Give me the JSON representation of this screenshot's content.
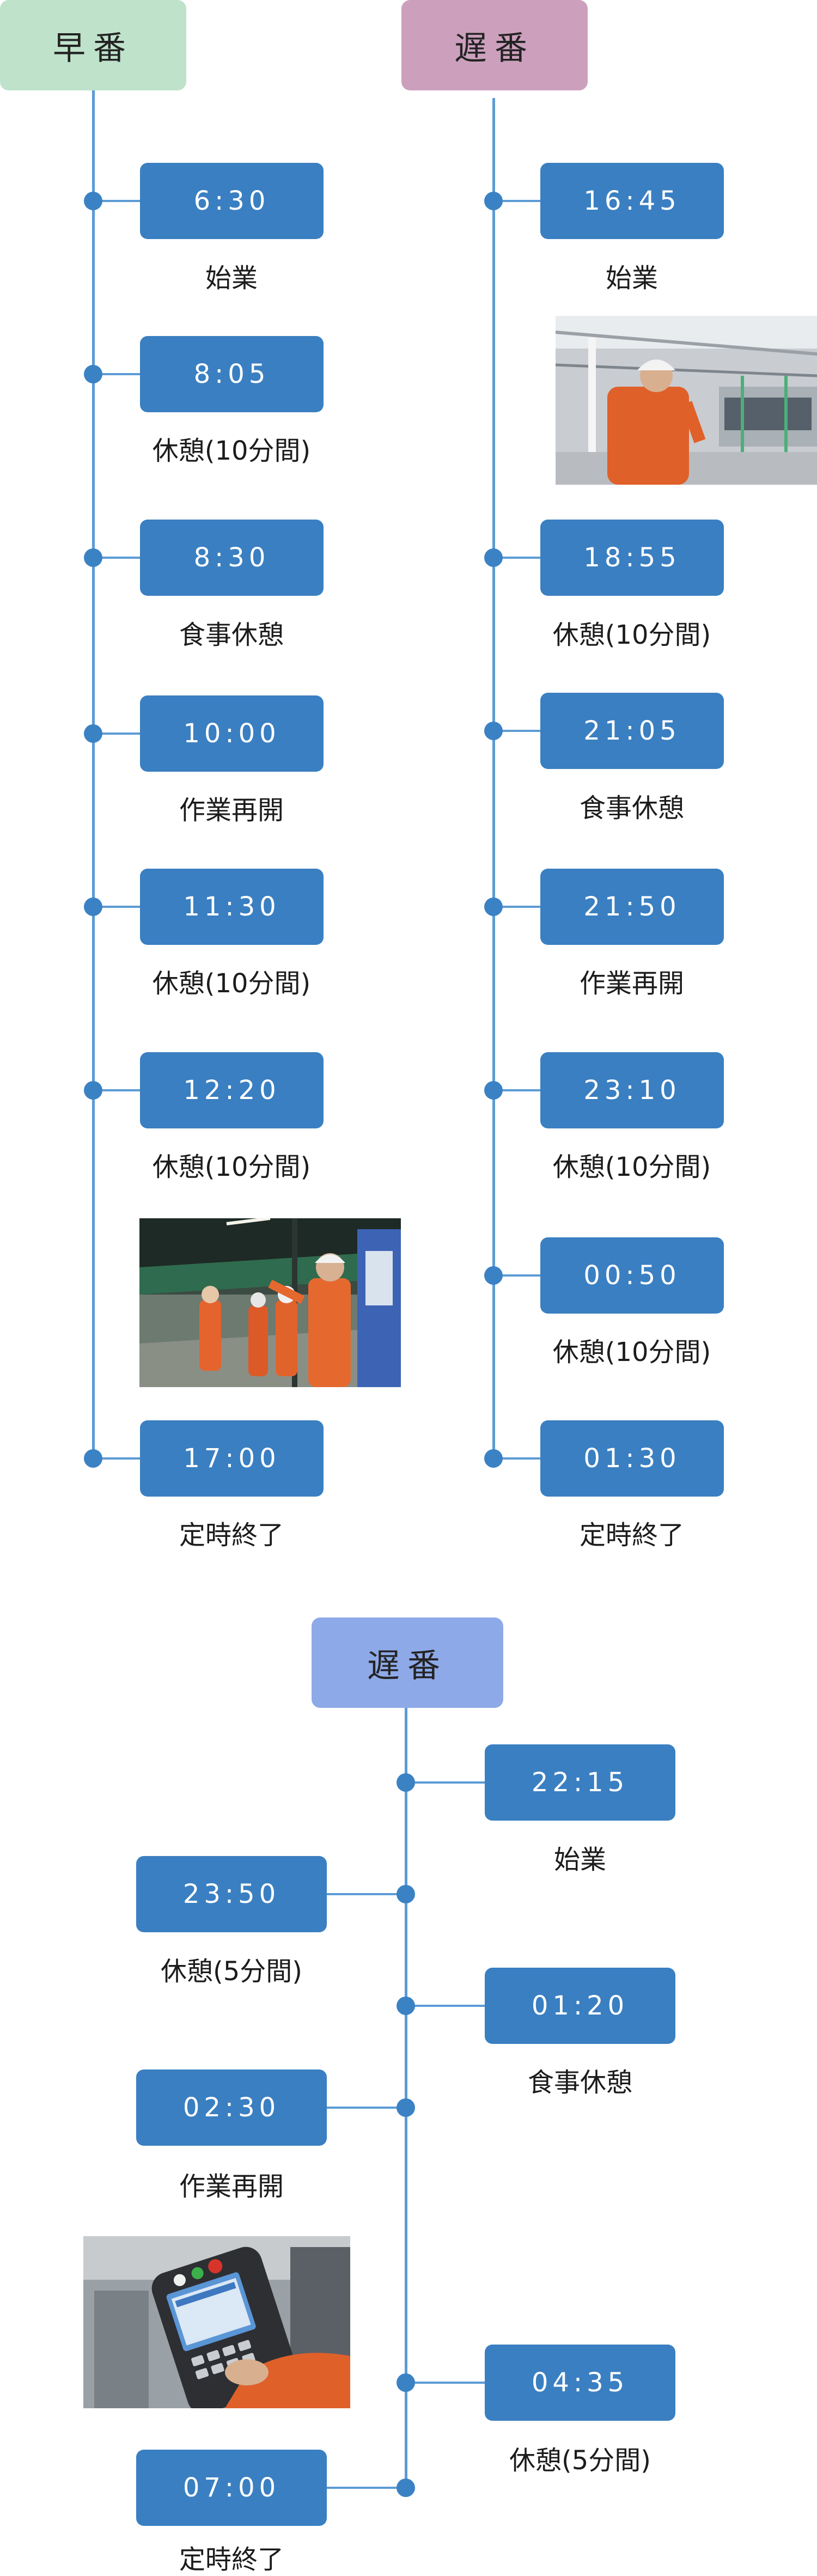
{
  "early": {
    "title": "早番",
    "entries": [
      {
        "time": "6:30",
        "label": "始業"
      },
      {
        "time": "8:05",
        "label": "休憩(10分間)"
      },
      {
        "time": "8:30",
        "label": "食事休憩"
      },
      {
        "time": "10:00",
        "label": "作業再開"
      },
      {
        "time": "11:30",
        "label": "休憩(10分間)"
      },
      {
        "time": "12:20",
        "label": "休憩(10分間)"
      },
      {
        "time": "17:00",
        "label": "定時終了"
      }
    ]
  },
  "late": {
    "title": "遅番",
    "entries": [
      {
        "time": "16:45",
        "label": "始業"
      },
      {
        "time": "18:55",
        "label": "休憩(10分間)"
      },
      {
        "time": "21:05",
        "label": "食事休憩"
      },
      {
        "time": "21:50",
        "label": "作業再開"
      },
      {
        "time": "23:10",
        "label": "休憩(10分間)"
      },
      {
        "time": "00:50",
        "label": "休憩(10分間)"
      },
      {
        "time": "01:30",
        "label": "定時終了"
      }
    ]
  },
  "night": {
    "title": "遅番",
    "entries": [
      {
        "time": "22:15",
        "label": "始業"
      },
      {
        "time": "23:50",
        "label": "休憩(5分間)"
      },
      {
        "time": "01:20",
        "label": "食事休憩"
      },
      {
        "time": "02:30",
        "label": "作業再開"
      },
      {
        "time": "04:35",
        "label": "休憩(5分間)"
      },
      {
        "time": "07:00",
        "label": "定時終了"
      }
    ]
  },
  "colors": {
    "early_header": "#bfe2cb",
    "late_header": "#cca0bd",
    "night_header": "#8ea9e8",
    "time_box": "#3a7fc1",
    "timeline": "#5b9bd5"
  }
}
